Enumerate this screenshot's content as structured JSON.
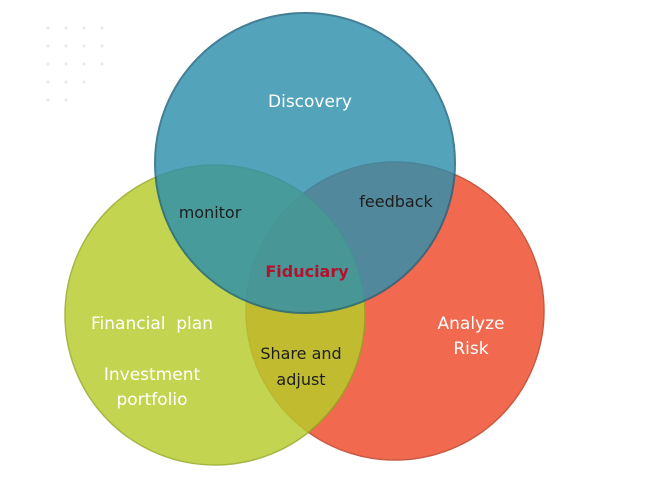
{
  "diagram": {
    "circles": {
      "discovery": {
        "label": "Discovery",
        "color": "#2e8fac"
      },
      "analyze_risk": {
        "label_line1": "Analyze",
        "label_line2": "Risk",
        "color": "#f05a3e"
      },
      "financial": {
        "label_line1": "Financial  plan",
        "label_line2": "Investment",
        "label_line3": "portfolio",
        "color": "#b7cd2a"
      }
    },
    "overlaps": {
      "discovery_financial": "monitor",
      "discovery_analyze": "feedback",
      "financial_analyze_line1": "Share and",
      "financial_analyze_line2": "adjust",
      "center": "Fiduciary"
    },
    "colors": {
      "center_text": "#b3122e",
      "white_text": "#ffffff",
      "dark_text": "#1e1e1e",
      "background": "#ffffff"
    }
  }
}
